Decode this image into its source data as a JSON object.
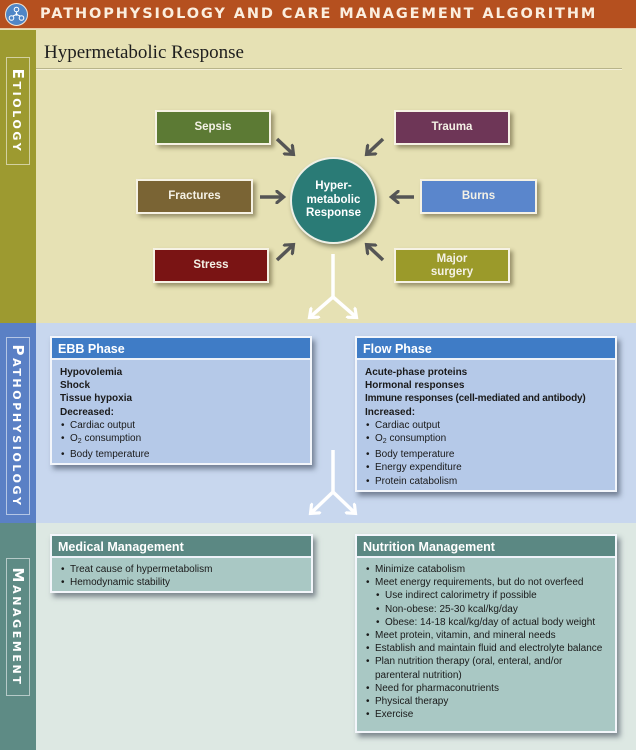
{
  "header": {
    "title": "PATHOPHYSIOLOGY AND CARE MANAGEMENT ALGORITHM",
    "logo_icon": "algorithm-network-icon",
    "color": "#b5501f"
  },
  "page_title": "Hypermetabolic Response",
  "sections": {
    "etiology": {
      "label_cap": "E",
      "label_rest": "TIOLOGY",
      "color": "#9d9a30"
    },
    "pathophysiology": {
      "label_cap": "P",
      "label_rest": "ATHOPHYSIOLOGY",
      "color": "#5a80c5"
    },
    "management": {
      "label_cap": "M",
      "label_rest": "ANAGEMENT",
      "color": "#5e8b85"
    }
  },
  "etiology": {
    "hub": {
      "line1": "Hyper-",
      "line2": "metabolic",
      "line3": "Response",
      "color": "#2a7b76"
    },
    "causes": [
      {
        "label": "Sepsis",
        "color": "#5c7a34"
      },
      {
        "label": "Trauma",
        "color": "#6e3657"
      },
      {
        "label": "Fractures",
        "color": "#7a6434"
      },
      {
        "label": "Burns",
        "color": "#5a86cc"
      },
      {
        "label": "Stress",
        "color": "#7a1414"
      },
      {
        "label_line1": "Major",
        "label_line2": "surgery",
        "color": "#9b9a2a"
      }
    ]
  },
  "pathophysiology": {
    "ebb": {
      "title": "EBB Phase",
      "items_bold": [
        "Hypovolemia",
        "Shock",
        "Tissue hypoxia",
        "Decreased:"
      ],
      "bullets": [
        "Cardiac output",
        "O",
        "2",
        " consumption",
        "Body temperature"
      ]
    },
    "flow": {
      "title": "Flow Phase",
      "items_bold": [
        "Acute-phase proteins",
        "Hormonal responses",
        "Immune responses (cell-mediated and antibody)",
        "Increased:"
      ],
      "bullets": [
        "Cardiac output",
        "O",
        "2",
        " consumption",
        "Body temperature",
        "Energy expenditure",
        "Protein catabolism"
      ]
    }
  },
  "management": {
    "medical": {
      "title": "Medical Management",
      "bullets": [
        "Treat cause of hypermetabolism",
        "Hemodynamic stability"
      ]
    },
    "nutrition": {
      "title": "Nutrition Management",
      "bullets": [
        "Minimize catabolism",
        "Meet energy requirements, but do not overfeed",
        "Use indirect calorimetry if possible",
        "Non-obese: 25-30 kcal/kg/day",
        "Obese: 14-18 kcal/kg/day of actual body weight",
        "Meet protein, vitamin, and mineral needs",
        "Establish and maintain fluid and electrolyte balance",
        "Plan nutrition therapy (oral, enteral, and/or",
        "parenteral nutrition)",
        "Need for pharmaconutrients",
        "Physical therapy",
        "Exercise"
      ]
    }
  }
}
